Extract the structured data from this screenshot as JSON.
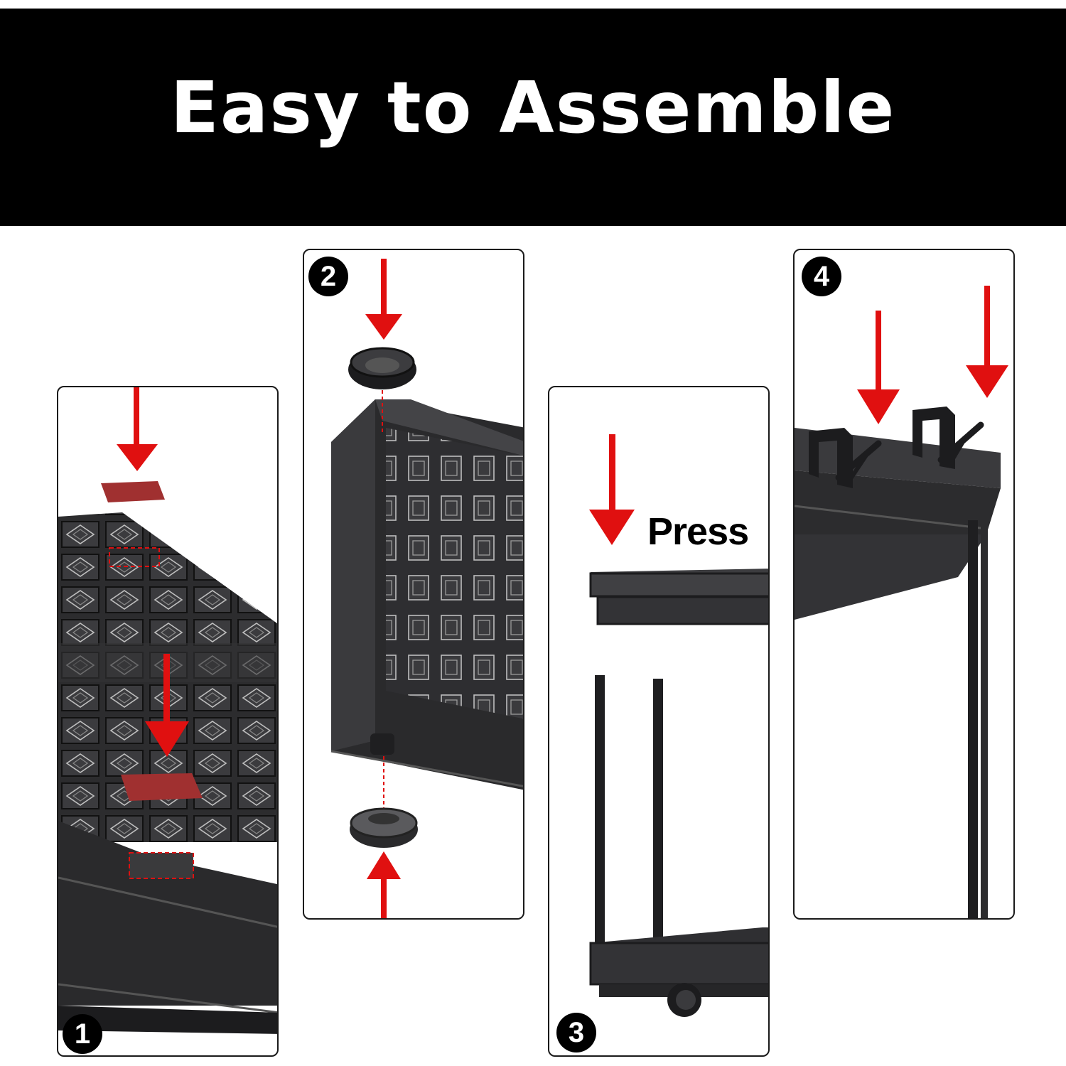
{
  "banner": {
    "title": "Easy to Assemble"
  },
  "colors": {
    "banner_bg": "#000000",
    "banner_text": "#ffffff",
    "arrow": "#e01010",
    "pad": "#a03030",
    "product": "#2a2a2c"
  },
  "steps": [
    {
      "number": "1",
      "icon": "adhesive-pad-placement"
    },
    {
      "number": "2",
      "icon": "caster-wheel-attach"
    },
    {
      "number": "3",
      "icon": "press-frame-onto-base",
      "label": "Press"
    },
    {
      "number": "4",
      "icon": "hook-attach"
    }
  ]
}
